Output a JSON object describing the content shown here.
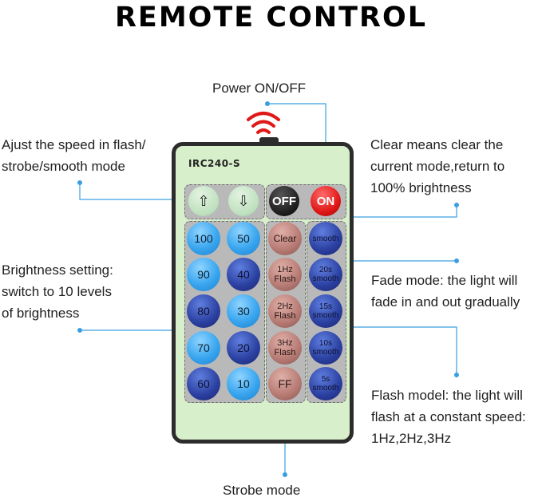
{
  "title": "REMOTE CONTROL",
  "labels": {
    "power": "Power ON/OFF",
    "speed": [
      "Ajust the speed in flash/",
      "strobe/smooth mode"
    ],
    "clear": [
      "Clear means clear the",
      "current mode,return to",
      "100% brightness"
    ],
    "brightness": [
      "Brightness setting:",
      "switch to 10 levels",
      "of brightness"
    ],
    "fade": [
      "Fade mode: the light will",
      "fade in and out gradually"
    ],
    "flash": [
      "Flash model: the light will",
      "flash at a constant speed:",
      "1Hz,2Hz,3Hz"
    ],
    "strobe": "Strobe mode"
  },
  "remote": {
    "model": "IRC240-S",
    "nav_up": "⇧",
    "nav_down": "⇩",
    "off": "OFF",
    "on": "ON",
    "brightness_buttons": [
      "100",
      "50",
      "90",
      "40",
      "80",
      "30",
      "70",
      "20",
      "60",
      "10"
    ],
    "clear": "Clear",
    "flash_1": [
      "1Hz",
      "Flash"
    ],
    "flash_2": [
      "2Hz",
      "Flash"
    ],
    "flash_3": [
      "3Hz",
      "Flash"
    ],
    "ff": "FF",
    "smooth": "smooth",
    "smooth_20": [
      "20s",
      "smooth"
    ],
    "smooth_15": [
      "15s",
      "smooth"
    ],
    "smooth_10": [
      "10s",
      "smooth"
    ],
    "smooth_5": [
      "5s",
      "smooth"
    ]
  },
  "colors": {
    "remote_body": "#d8efcc",
    "leader_line": "#3a9fe0",
    "signal": "#e01818"
  }
}
